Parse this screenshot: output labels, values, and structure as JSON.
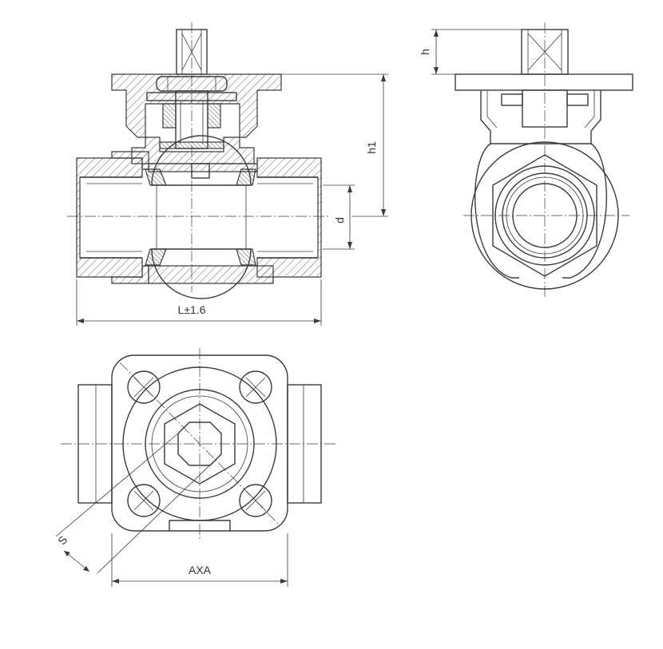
{
  "labels": {
    "length": "L±1.6",
    "height_h1": "h1",
    "height_h": "h",
    "bore": "d",
    "mounting_square": "AXA",
    "stem_flats": "S"
  },
  "colors": {
    "line": "#3a3a3a",
    "background": "#ffffff"
  }
}
